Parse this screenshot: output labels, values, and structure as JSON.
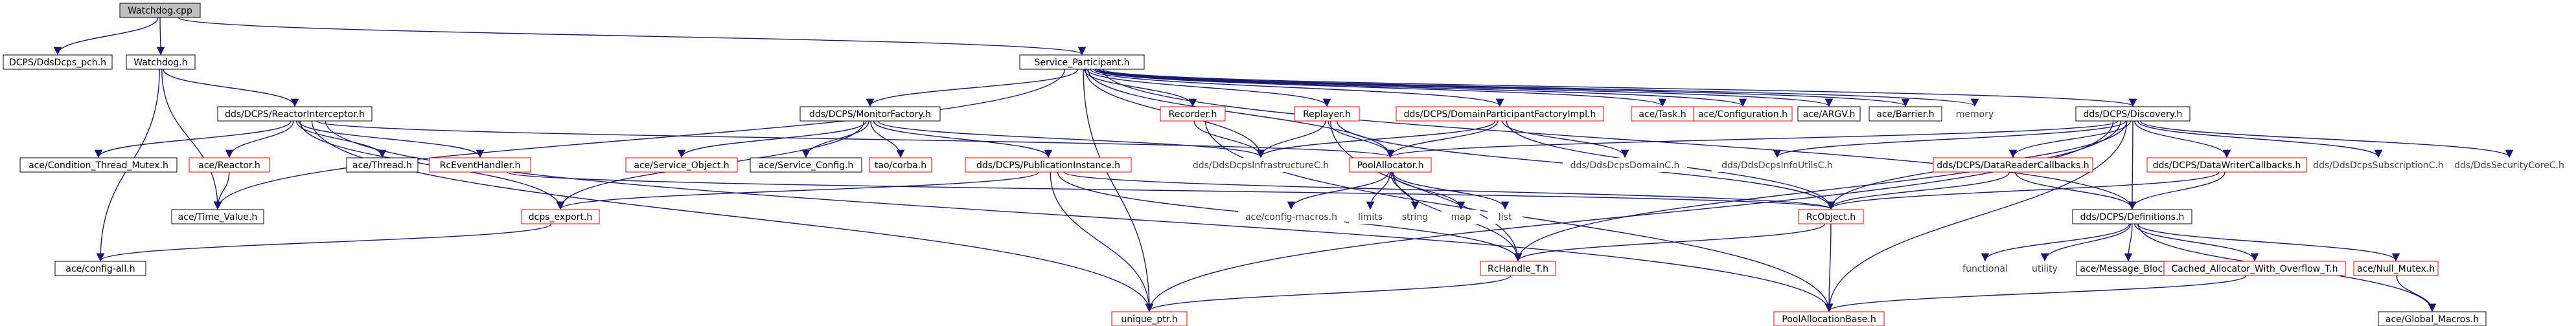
{
  "graph": {
    "nodes": [
      {
        "id": "watchdog_cpp",
        "label": "Watchdog.cpp",
        "style": "root"
      },
      {
        "id": "ddsdcps_pch",
        "label": "DCPS/DdsDcps_pch.h",
        "style": "box"
      },
      {
        "id": "watchdog_h",
        "label": "Watchdog.h",
        "style": "box"
      },
      {
        "id": "service_participant",
        "label": "Service_Participant.h",
        "style": "box"
      },
      {
        "id": "reactor_interceptor",
        "label": "dds/DCPS/ReactorInterceptor.h",
        "style": "box"
      },
      {
        "id": "condition_thread_mutex",
        "label": "ace/Condition_Thread_Mutex.h",
        "style": "box"
      },
      {
        "id": "ace_reactor",
        "label": "ace/Reactor.h",
        "style": "red"
      },
      {
        "id": "ace_thread",
        "label": "ace/Thread.h",
        "style": "box"
      },
      {
        "id": "rc_event_handler",
        "label": "RcEventHandler.h",
        "style": "red"
      },
      {
        "id": "monitor_factory",
        "label": "dds/DCPS/MonitorFactory.h",
        "style": "box"
      },
      {
        "id": "ace_service_object",
        "label": "ace/Service_Object.h",
        "style": "red"
      },
      {
        "id": "ace_service_config",
        "label": "ace/Service_Config.h",
        "style": "box"
      },
      {
        "id": "tao_corba",
        "label": "tao/corba.h",
        "style": "red"
      },
      {
        "id": "publication_instance",
        "label": "dds/DCPS/PublicationInstance.h",
        "style": "red"
      },
      {
        "id": "recorder",
        "label": "Recorder.h",
        "style": "red"
      },
      {
        "id": "replayer",
        "label": "Replayer.h",
        "style": "red"
      },
      {
        "id": "domain_participant_factory_impl",
        "label": "dds/DCPS/DomainParticipantFactoryImpl.h",
        "style": "red"
      },
      {
        "id": "ace_task",
        "label": "ace/Task.h",
        "style": "red"
      },
      {
        "id": "ace_configuration",
        "label": "ace/Configuration.h",
        "style": "red"
      },
      {
        "id": "ace_argv",
        "label": "ace/ARGV.h",
        "style": "box"
      },
      {
        "id": "ace_barrier",
        "label": "ace/Barrier.h",
        "style": "box"
      },
      {
        "id": "memory",
        "label": "memory",
        "style": "plain"
      },
      {
        "id": "discovery",
        "label": "dds/DCPS/Discovery.h",
        "style": "box"
      },
      {
        "id": "ace_time_value",
        "label": "ace/Time_Value.h",
        "style": "box"
      },
      {
        "id": "ace_config_all",
        "label": "ace/config-all.h",
        "style": "box"
      },
      {
        "id": "dcps_export",
        "label": "dcps_export.h",
        "style": "red"
      },
      {
        "id": "unique_ptr",
        "label": "unique_ptr.h",
        "style": "red"
      },
      {
        "id": "dds_dcps_infrastructure_c",
        "label": "dds/DdsDcpsInfrastructureC.h",
        "style": "plain"
      },
      {
        "id": "pool_allocator",
        "label": "PoolAllocator.h",
        "style": "red"
      },
      {
        "id": "ace_config_macros",
        "label": "ace/config-macros.h",
        "style": "plain"
      },
      {
        "id": "limits",
        "label": "limits",
        "style": "plain"
      },
      {
        "id": "string",
        "label": "string",
        "style": "plain"
      },
      {
        "id": "map",
        "label": "map",
        "style": "plain"
      },
      {
        "id": "list",
        "label": "list",
        "style": "plain"
      },
      {
        "id": "dds_dcps_domain_c",
        "label": "dds/DdsDcpsDomainC.h",
        "style": "plain"
      },
      {
        "id": "dds_dcps_info_utils_c",
        "label": "dds/DdsDcpsInfoUtilsC.h",
        "style": "plain"
      },
      {
        "id": "data_reader_callbacks",
        "label": "dds/DCPS/DataReaderCallbacks.h",
        "style": "red"
      },
      {
        "id": "data_writer_callbacks",
        "label": "dds/DCPS/DataWriterCallbacks.h",
        "style": "red"
      },
      {
        "id": "dds_dcps_subscription_c",
        "label": "dds/DdsDcpsSubscriptionC.h",
        "style": "plain"
      },
      {
        "id": "dds_security_core_c",
        "label": "dds/DdsSecurityCoreC.h",
        "style": "plain"
      },
      {
        "id": "rc_object",
        "label": "RcObject.h",
        "style": "red"
      },
      {
        "id": "dcps_definitions",
        "label": "dds/DCPS/Definitions.h",
        "style": "box"
      },
      {
        "id": "rc_handle_t",
        "label": "RcHandle_T.h",
        "style": "red"
      },
      {
        "id": "pool_allocation_base",
        "label": "PoolAllocationBase.h",
        "style": "red"
      },
      {
        "id": "functional",
        "label": "functional",
        "style": "plain"
      },
      {
        "id": "utility",
        "label": "utility",
        "style": "plain"
      },
      {
        "id": "ace_message_block",
        "label": "ace/Message_Block.h",
        "style": "box"
      },
      {
        "id": "cached_allocator",
        "label": "Cached_Allocator_With_Overflow_T.h",
        "style": "red"
      },
      {
        "id": "ace_null_mutex",
        "label": "ace/Null_Mutex.h",
        "style": "red"
      },
      {
        "id": "ace_global_macros",
        "label": "ace/Global_Macros.h",
        "style": "box"
      }
    ],
    "edges": [
      [
        "watchdog_cpp",
        "ddsdcps_pch"
      ],
      [
        "watchdog_cpp",
        "watchdog_h"
      ],
      [
        "watchdog_cpp",
        "service_participant"
      ],
      [
        "watchdog_h",
        "reactor_interceptor"
      ],
      [
        "watchdog_h",
        "ace_time_value"
      ],
      [
        "watchdog_h",
        "ace_config_all"
      ],
      [
        "reactor_interceptor",
        "condition_thread_mutex"
      ],
      [
        "reactor_interceptor",
        "ace_reactor"
      ],
      [
        "reactor_interceptor",
        "ace_thread"
      ],
      [
        "reactor_interceptor",
        "rc_event_handler"
      ],
      [
        "reactor_interceptor",
        "pool_allocator"
      ],
      [
        "reactor_interceptor",
        "dcps_export"
      ],
      [
        "reactor_interceptor",
        "unique_ptr"
      ],
      [
        "reactor_interceptor",
        "pool_allocation_base"
      ],
      [
        "ace_reactor",
        "ace_time_value"
      ],
      [
        "rc_event_handler",
        "rc_object"
      ],
      [
        "service_participant",
        "monitor_factory"
      ],
      [
        "service_participant",
        "recorder"
      ],
      [
        "service_participant",
        "replayer"
      ],
      [
        "service_participant",
        "domain_participant_factory_impl"
      ],
      [
        "service_participant",
        "ace_task"
      ],
      [
        "service_participant",
        "ace_configuration"
      ],
      [
        "service_participant",
        "ace_argv"
      ],
      [
        "service_participant",
        "ace_barrier"
      ],
      [
        "service_participant",
        "memory"
      ],
      [
        "service_participant",
        "discovery"
      ],
      [
        "service_participant",
        "dds_dcps_infrastructure_c"
      ],
      [
        "service_participant",
        "pool_allocator"
      ],
      [
        "service_participant",
        "unique_ptr"
      ],
      [
        "service_participant",
        "ace_time_value"
      ],
      [
        "service_participant",
        "dcps_definitions"
      ],
      [
        "monitor_factory",
        "ace_service_object"
      ],
      [
        "monitor_factory",
        "ace_service_config"
      ],
      [
        "monitor_factory",
        "tao_corba"
      ],
      [
        "monitor_factory",
        "publication_instance"
      ],
      [
        "monitor_factory",
        "dcps_export"
      ],
      [
        "monitor_factory",
        "dds_dcps_infrastructure_c"
      ],
      [
        "publication_instance",
        "dcps_export"
      ],
      [
        "publication_instance",
        "rc_handle_t"
      ],
      [
        "publication_instance",
        "unique_ptr"
      ],
      [
        "publication_instance",
        "rc_object"
      ],
      [
        "recorder",
        "dds_dcps_infrastructure_c"
      ],
      [
        "recorder",
        "pool_allocation_base"
      ],
      [
        "replayer",
        "pool_allocator"
      ],
      [
        "replayer",
        "dds_dcps_infrastructure_c"
      ],
      [
        "replayer",
        "rc_handle_t"
      ],
      [
        "replayer",
        "rc_object"
      ],
      [
        "domain_participant_factory_impl",
        "pool_allocator"
      ],
      [
        "domain_participant_factory_impl",
        "dds_dcps_domain_c"
      ],
      [
        "domain_participant_factory_impl",
        "dds_dcps_infrastructure_c"
      ],
      [
        "domain_participant_factory_impl",
        "rc_object"
      ],
      [
        "discovery",
        "dds_dcps_info_utils_c"
      ],
      [
        "discovery",
        "data_reader_callbacks"
      ],
      [
        "discovery",
        "data_writer_callbacks"
      ],
      [
        "discovery",
        "dds_dcps_subscription_c"
      ],
      [
        "discovery",
        "dds_security_core_c"
      ],
      [
        "discovery",
        "rc_object"
      ],
      [
        "discovery",
        "rc_handle_t"
      ],
      [
        "discovery",
        "pool_allocation_base"
      ],
      [
        "discovery",
        "unique_ptr"
      ],
      [
        "discovery",
        "pool_allocator"
      ],
      [
        "discovery",
        "dcps_definitions"
      ],
      [
        "data_reader_callbacks",
        "rc_object"
      ],
      [
        "data_reader_callbacks",
        "dcps_definitions"
      ],
      [
        "data_writer_callbacks",
        "rc_object"
      ],
      [
        "data_writer_callbacks",
        "dcps_definitions"
      ],
      [
        "pool_allocator",
        "ace_config_macros"
      ],
      [
        "pool_allocator",
        "limits"
      ],
      [
        "pool_allocator",
        "string"
      ],
      [
        "pool_allocator",
        "map"
      ],
      [
        "pool_allocator",
        "list"
      ],
      [
        "pool_allocator",
        "rc_handle_t"
      ],
      [
        "dcps_export",
        "ace_config_all"
      ],
      [
        "rc_object",
        "rc_handle_t"
      ],
      [
        "rc_object",
        "pool_allocation_base"
      ],
      [
        "rc_handle_t",
        "unique_ptr"
      ],
      [
        "dcps_definitions",
        "functional"
      ],
      [
        "dcps_definitions",
        "utility"
      ],
      [
        "dcps_definitions",
        "ace_message_block"
      ],
      [
        "dcps_definitions",
        "cached_allocator"
      ],
      [
        "dcps_definitions",
        "ace_null_mutex"
      ],
      [
        "dcps_definitions",
        "ace_global_macros"
      ],
      [
        "cached_allocator",
        "pool_allocation_base"
      ],
      [
        "ace_null_mutex",
        "ace_global_macros"
      ]
    ]
  }
}
